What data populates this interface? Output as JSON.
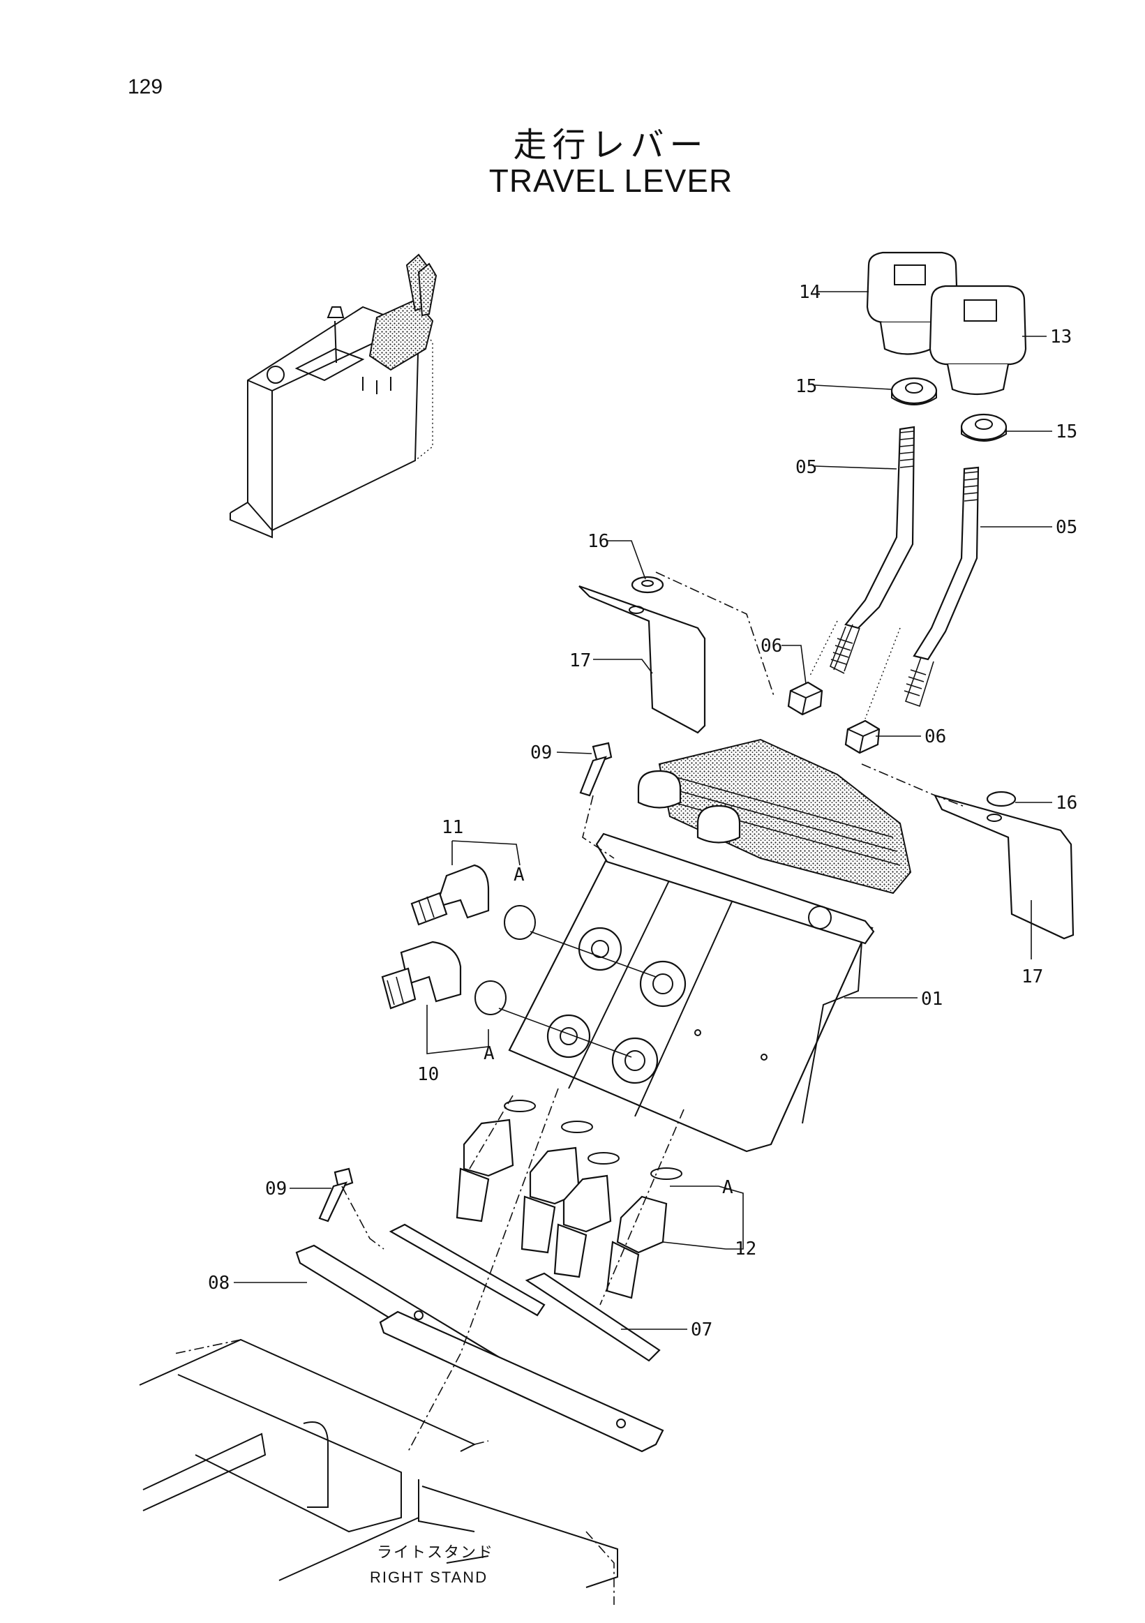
{
  "page_number": "129",
  "title_jp": "走行レバー",
  "title_en": "TRAVEL LEVER",
  "callouts": {
    "p01": "01",
    "p05a": "05",
    "p05b": "05",
    "p06a": "06",
    "p06b": "06",
    "p07": "07",
    "p08": "08",
    "p09a": "09",
    "p09b": "09",
    "p10": "10",
    "p11": "11",
    "p12": "12",
    "p13": "13",
    "p14": "14",
    "p15a": "15",
    "p15b": "15",
    "p16a": "16",
    "p16b": "16",
    "p17a": "17",
    "p17b": "17",
    "refA1": "A",
    "refA2": "A",
    "refA3": "A"
  },
  "stand_label_jp": "ライトスタンド",
  "stand_label_en": "RIGHT STAND"
}
